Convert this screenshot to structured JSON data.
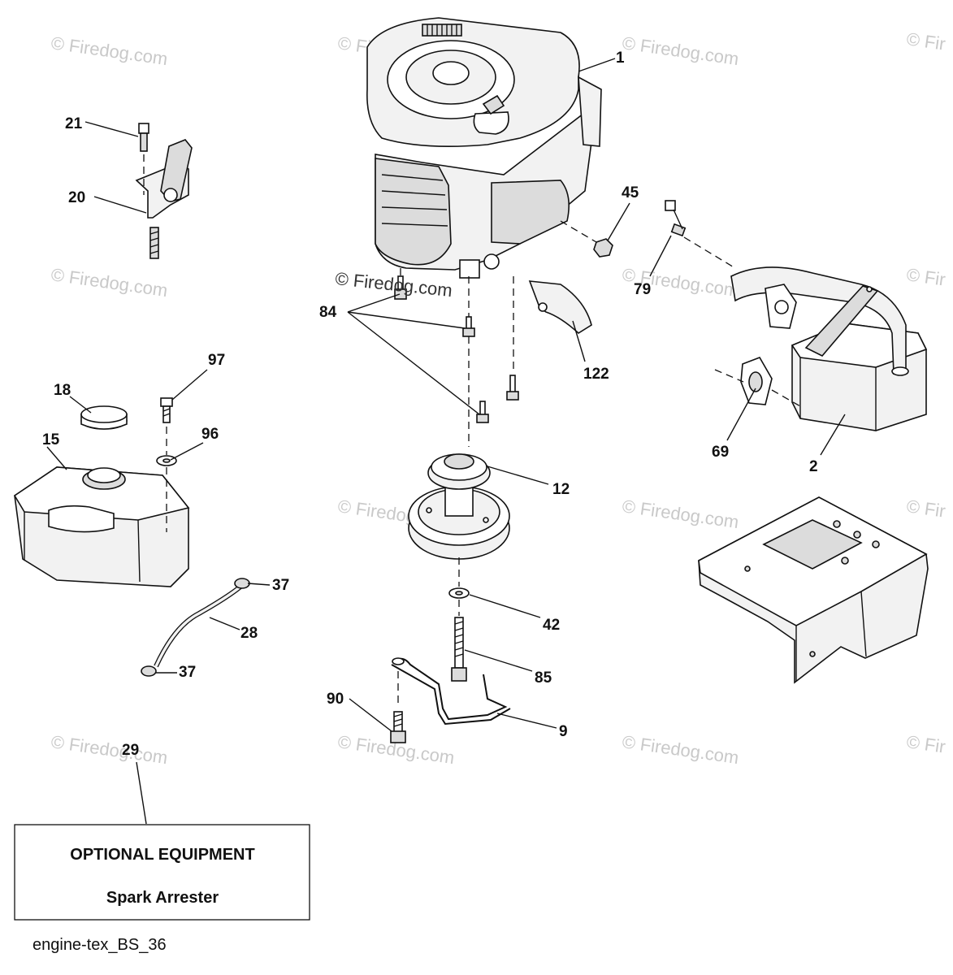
{
  "watermark": {
    "text": "© Firedog.com",
    "partial_text": "© Fir"
  },
  "callouts": [
    "1",
    "2",
    "9",
    "12",
    "15",
    "18",
    "20",
    "21",
    "28",
    "29",
    "37",
    "37",
    "42",
    "45",
    "69",
    "79",
    "84",
    "85",
    "90",
    "96",
    "97",
    "122"
  ],
  "optional_box": {
    "heading": "OPTIONAL EQUIPMENT",
    "item": "Spark Arrester"
  },
  "diagram_ref": "engine-tex_BS_36"
}
